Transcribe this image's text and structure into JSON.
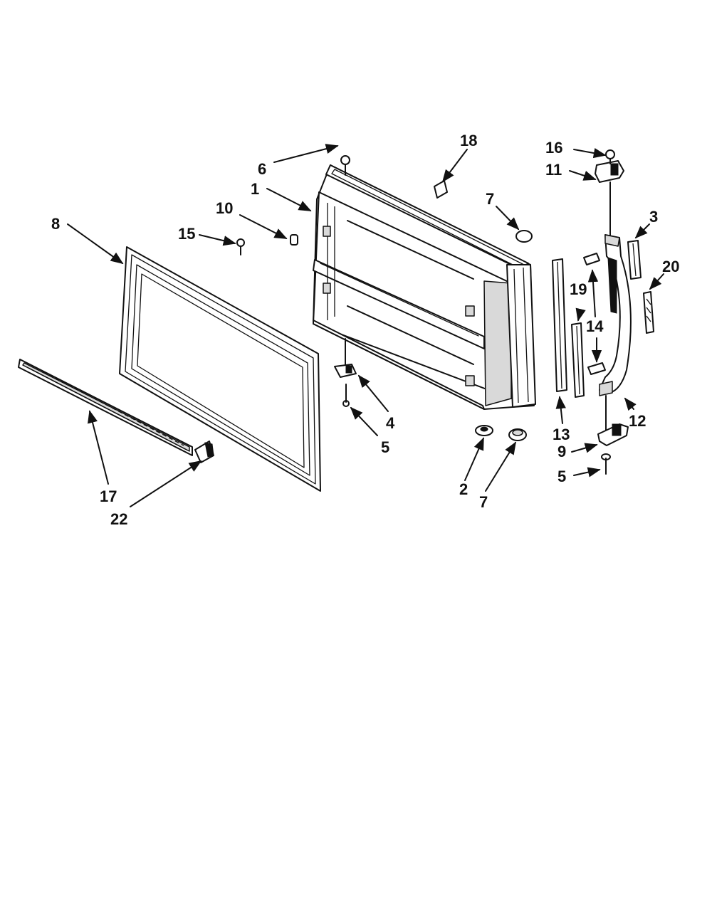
{
  "labels": {
    "l_1": "1",
    "l_2": "2",
    "l_3": "3",
    "l_4": "4",
    "l_5a": "5",
    "l_5b": "5",
    "l_6": "6",
    "l_7a": "7",
    "l_7b": "7",
    "l_8": "8",
    "l_9": "9",
    "l_10": "10",
    "l_11": "11",
    "l_12": "12",
    "l_13": "13",
    "l_14": "14",
    "l_15": "15",
    "l_16": "16",
    "l_17": "17",
    "l_18": "18",
    "l_19": "19",
    "l_20": "20",
    "l_22": "22"
  }
}
